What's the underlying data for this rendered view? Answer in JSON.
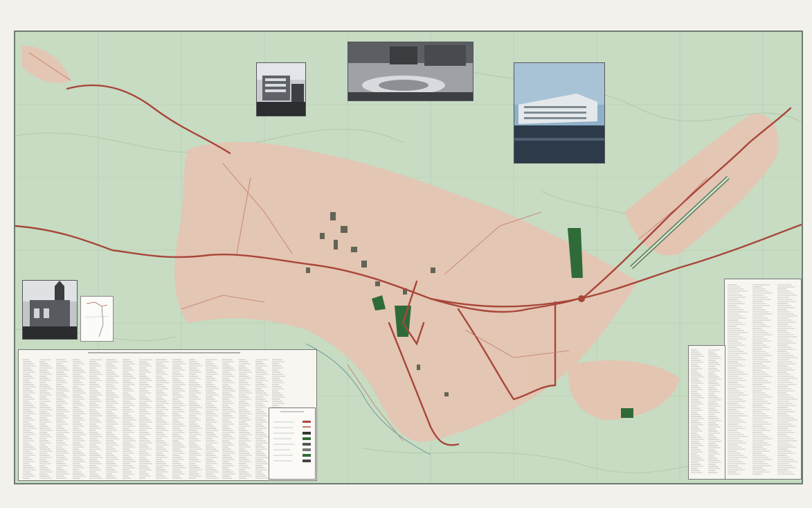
{
  "map": {
    "background": "#c7dcc3",
    "urban_fill": "#e8c2b0",
    "road_color": "#a8463a",
    "park_color": "#2f6b39",
    "frame_color": "#6c7a72"
  },
  "icons": {
    "photo_building": "photo-icon",
    "photo_plaza": "photo-icon",
    "photo_modern": "photo-icon",
    "photo_church": "photo-icon"
  },
  "panels": {
    "street_index": "street-index",
    "right_index": "right-index",
    "legend": "legend"
  }
}
